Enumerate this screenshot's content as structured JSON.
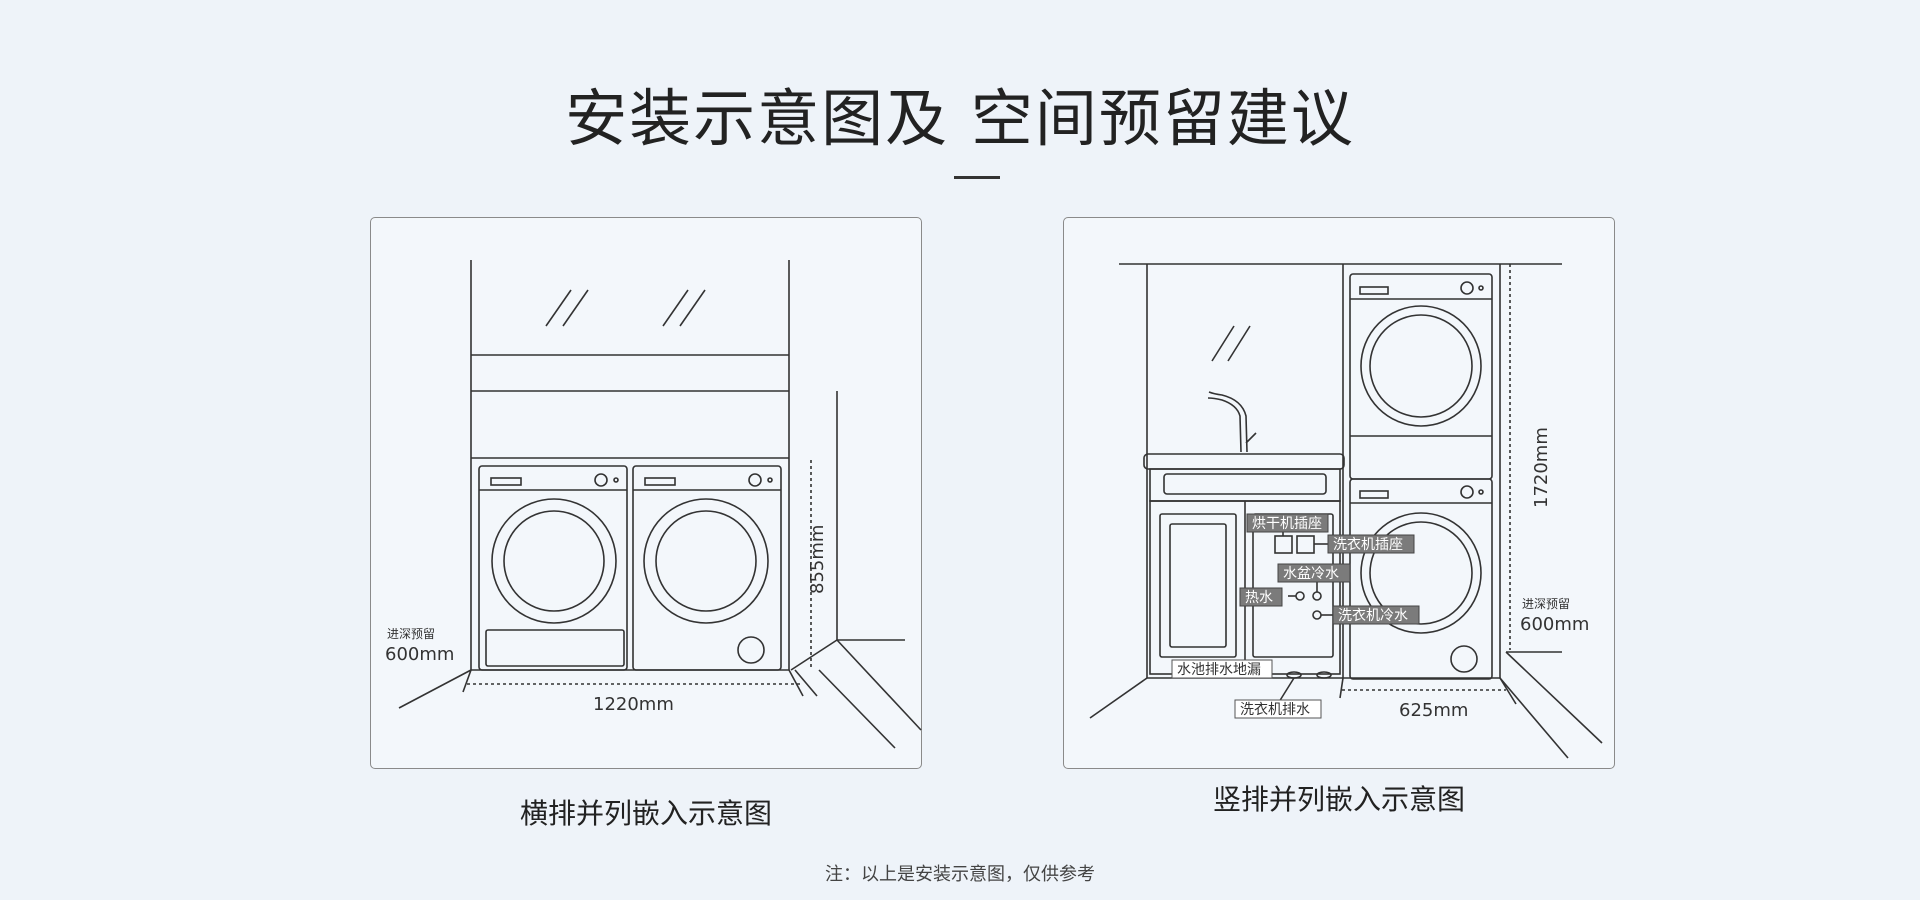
{
  "header": {
    "title": "安装示意图及 空间预留建议"
  },
  "left_panel": {
    "caption": "横排并列嵌入示意图",
    "depth_label_line1": "进深预留",
    "depth_label_line2": "600mm",
    "height_label": "855mm",
    "width_label": "1220mm"
  },
  "right_panel": {
    "caption": "竖排并列嵌入示意图",
    "depth_label_line1": "进深预留",
    "depth_label_line2": "600mm",
    "height_label": "1720mm",
    "width_label": "625mm",
    "tags": {
      "dryer_socket": "烘干机插座",
      "washer_socket": "洗衣机插座",
      "basin_cold": "水盆冷水",
      "hot_water": "热水",
      "washer_cold": "洗衣机冷水",
      "basin_drain": "水池排水地漏",
      "washer_drain": "洗衣机排水"
    }
  },
  "footer": {
    "note": "注：以上是安装示意图，仅供参考"
  },
  "colors": {
    "background": "#eef3f9",
    "line": "#333333",
    "tag_fill": "#7b7b7b"
  }
}
